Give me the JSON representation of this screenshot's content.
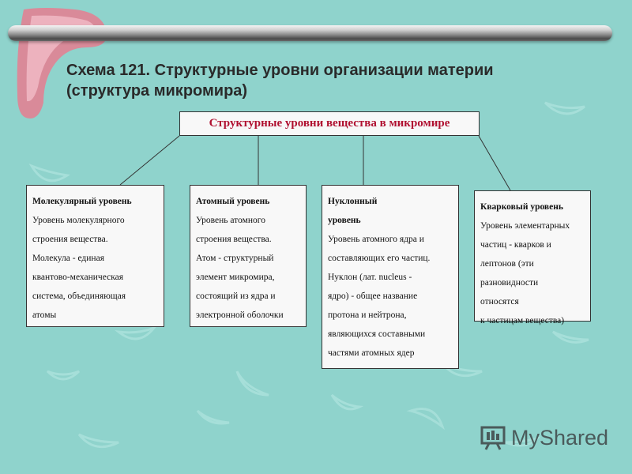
{
  "slide": {
    "title_line1": "Схема 121. Структурные уровни организации материи",
    "title_line2": "(структура микромира)"
  },
  "diagram": {
    "root": "Структурные уровни вещества  в микромире",
    "levels": [
      {
        "heading": "Молекулярный уровень",
        "text": "Уровень молекулярного\nстроения вещества.\nМолекула - единая\nквантово-механическая\nсистема, объединяющая\nатомы"
      },
      {
        "heading": "Атомный уровень",
        "text": "Уровень атомного\nстроения вещества.\nАтом - структурный\nэлемент микромира,\nсостоящий из ядра и\nэлектронной оболочки"
      },
      {
        "heading": "Нуклонный\nуровень",
        "text": "Уровень атомного ядра и\nсоставляющих его частиц.\nНуклон (лат. nucleus -\nядро) - общее название\nпротона и нейтрона,\nявляющихся составными\nчастями атомных ядер"
      },
      {
        "heading": "Кварковый уровень",
        "text": "Уровень элементарных\nчастиц - кварков и\nлептонов (эти\nразновидности\nотносятся\nк частицам вещества)"
      }
    ]
  },
  "watermark": {
    "text": "MyShared",
    "icon": "presentation-board-icon"
  },
  "colors": {
    "background": "#8fd3cc",
    "root_text": "#b01030",
    "box_fill": "#f8f8f8"
  }
}
